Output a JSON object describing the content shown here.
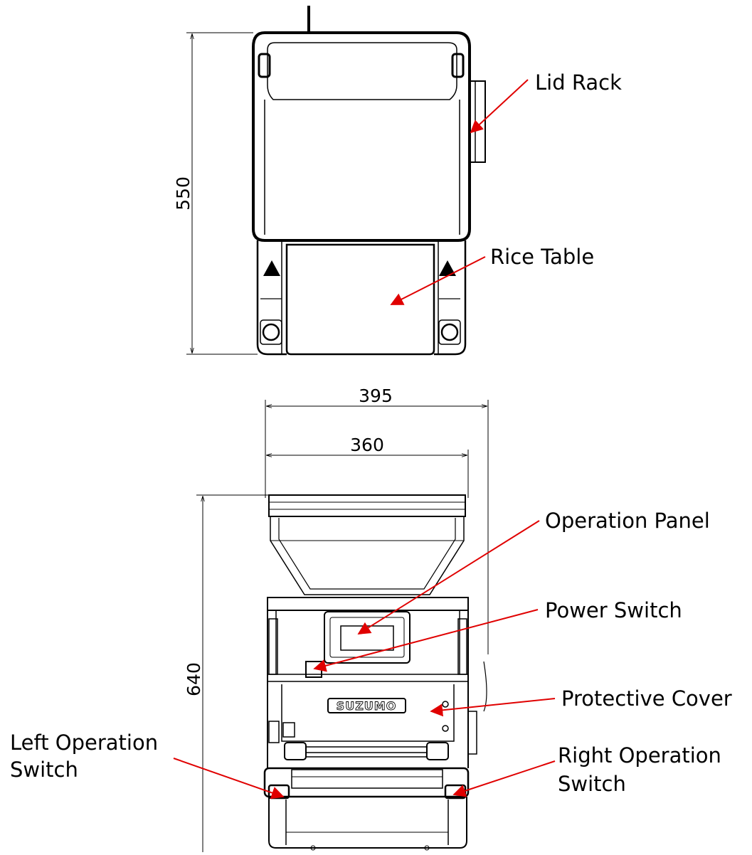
{
  "labels": {
    "lid_rack": "Lid Rack",
    "rice_table": "Rice Table",
    "operation_panel": "Operation Panel",
    "power_switch": "Power Switch",
    "protective_cover": "Protective Cover",
    "left_operation_switch": [
      "Left Operation",
      "Switch"
    ],
    "right_operation_switch": [
      "Right Operation",
      "Switch"
    ]
  },
  "brand": "SUZUMO",
  "dimensions": {
    "top_view_depth": "550",
    "front_view_width_overall": "395",
    "front_view_width_body": "360",
    "front_view_height": "640"
  },
  "colors": {
    "callout": "#e00000",
    "line": "#000000"
  }
}
